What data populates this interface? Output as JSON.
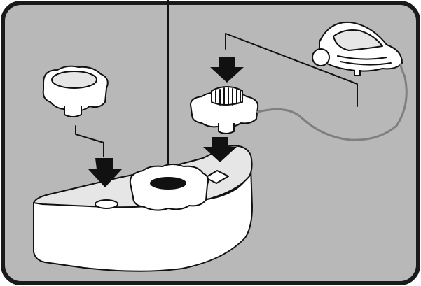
{
  "colors": {
    "background": "#ffffff",
    "panel": "#b8b8b8",
    "panel_border": "#1a1a1a",
    "part_fill": "#ffffff",
    "part_shade": "#e6e6e6",
    "ink": "#111111",
    "cable": "#7f7f7f"
  },
  "icons": {
    "main_unit": "base-housing",
    "left_part": "knob-cap",
    "right_part": "brush-head",
    "attachment": "clip-attachment",
    "direction": "down-arrow-icon"
  }
}
